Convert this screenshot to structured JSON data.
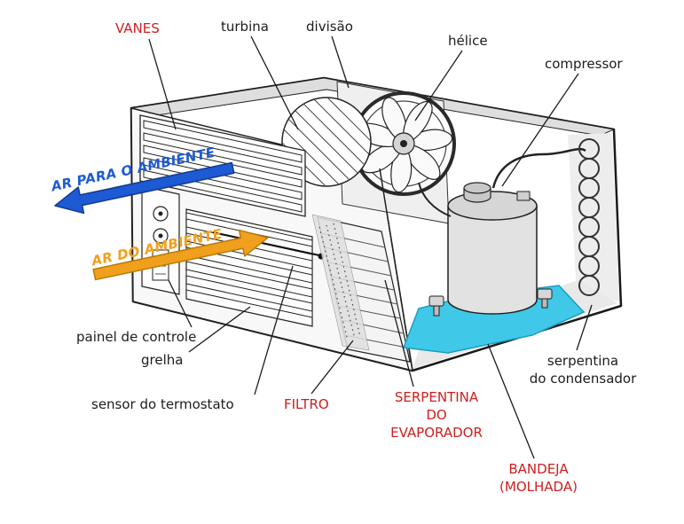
{
  "colors": {
    "background": "#ffffff",
    "label_red": "#cd1f1f",
    "label_black": "#1c1c1c",
    "arrow_blue": "#1d5ad4",
    "arrow_orange": "#f0a01c",
    "tray_cyan": "#3fc8e8",
    "line_ink": "#222222"
  },
  "part_labels": {
    "vanes": "VANES",
    "turbina": "turbina",
    "divisao": "divisão",
    "helice": "hélice",
    "compressor": "compressor",
    "painel_de_controle": "painel de controle",
    "grelha": "grelha",
    "sensor_do_termostato": "sensor do termostato",
    "filtro": "FILTRO",
    "serpentina_do_evaporador": [
      "SERPENTINA",
      "DO",
      "EVAPORADOR"
    ],
    "serpentina_do_condensador": [
      "serpentina",
      "do condensador"
    ],
    "bandeja_molhada": [
      "BANDEJA",
      "(MOLHADA)"
    ]
  },
  "airflow_labels": {
    "ar_para_o_ambiente": "AR PARA O AMBIENTE",
    "ar_do_ambiente": "AR DO AMBIENTE"
  }
}
